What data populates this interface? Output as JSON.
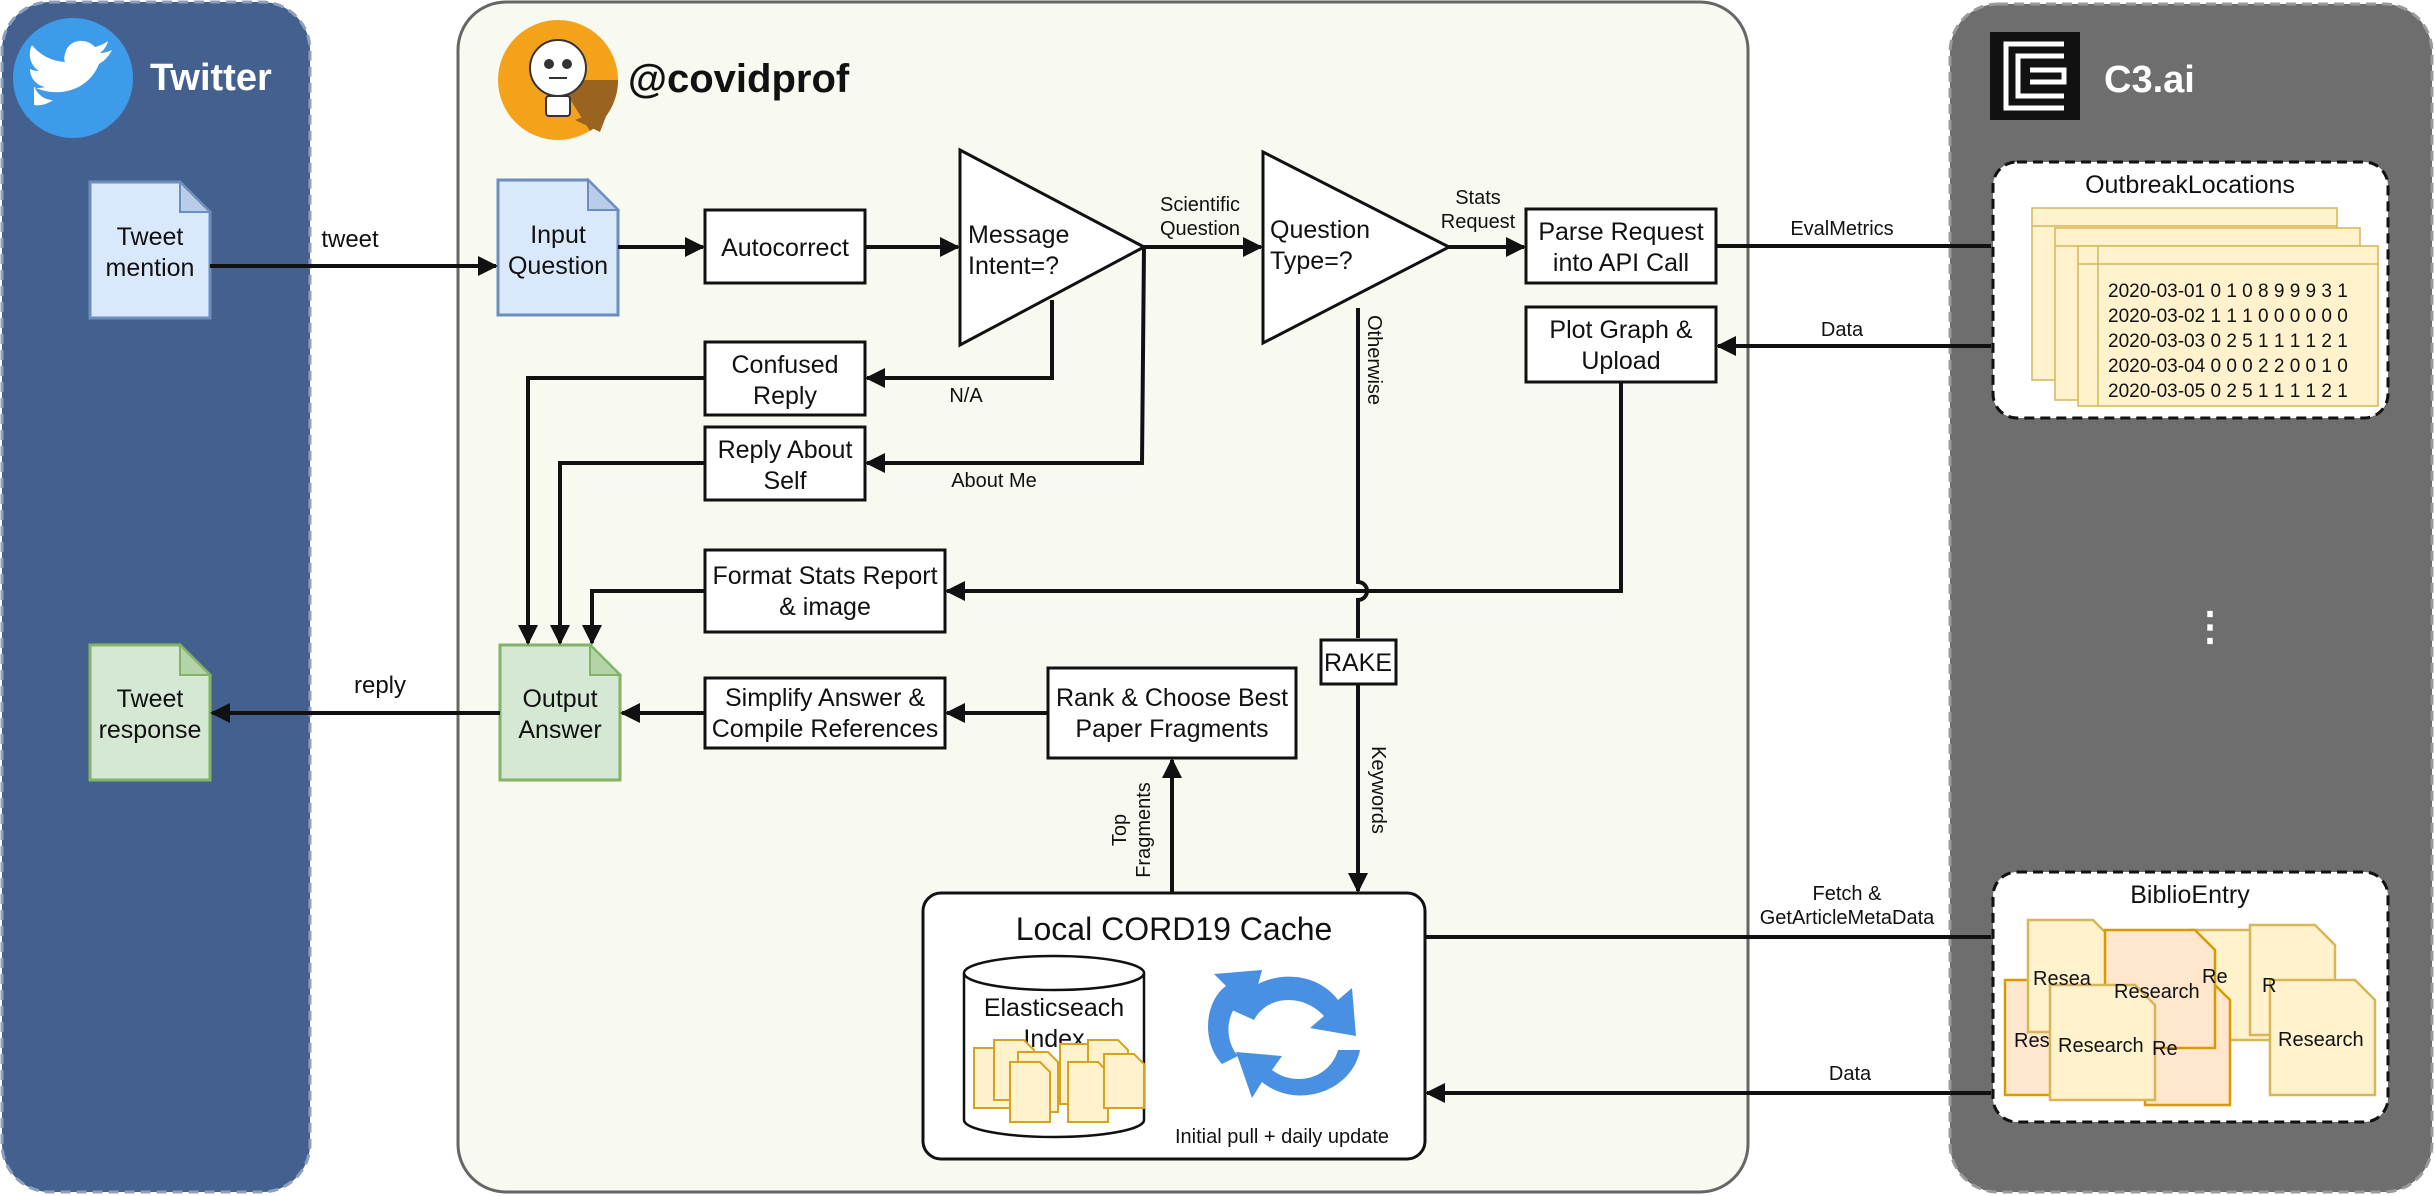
{
  "lanes": {
    "twitter": {
      "title": "Twitter",
      "icon": "twitter-bird-icon",
      "color": "#44608f"
    },
    "covidprof": {
      "title": "@covidprof",
      "icon": "robot-lightbulb-icon",
      "color": "#f8f9f1"
    },
    "c3ai": {
      "title": "C3.ai",
      "icon": "c3-logo-icon",
      "color": "#6e6e6e"
    }
  },
  "nodes": {
    "tweet_mention": [
      "Tweet",
      "mention"
    ],
    "tweet_response": [
      "Tweet",
      "response"
    ],
    "input_question": [
      "Input",
      "Question"
    ],
    "autocorrect": "Autocorrect",
    "message_intent": [
      "Message",
      "Intent=?"
    ],
    "question_type": [
      "Question",
      "Type=?"
    ],
    "parse_request": [
      "Parse Request",
      "into API Call"
    ],
    "plot_graph": [
      "Plot Graph &",
      "Upload"
    ],
    "confused_reply": [
      "Confused",
      "Reply"
    ],
    "reply_about_self": [
      "Reply About",
      "Self"
    ],
    "format_stats": [
      "Format Stats Report",
      "& image"
    ],
    "output_answer": [
      "Output",
      "Answer"
    ],
    "simplify_answer": [
      "Simplify Answer &",
      "Compile References"
    ],
    "rank_choose": [
      "Rank & Choose Best",
      "Paper Fragments"
    ],
    "rake": "RAKE",
    "cache": {
      "title": "Local CORD19 Cache",
      "index": [
        "Elasticseach",
        "Index"
      ],
      "update": "Initial pull + daily update"
    },
    "outbreak_locations": {
      "title": "OutbreakLocations",
      "rows": [
        "2020-03-01 0 1 0 8 9 9 9 3 1",
        "2020-03-02 1 1 1 0 0 0 0 0 0",
        "2020-03-03 0 2 5 1 1 1 1 2 1",
        "2020-03-04 0 0 0 2 2 0 0 1 0",
        "2020-03-05 0 2 5 1 1 1 1 2 1"
      ]
    },
    "biblio_entry": {
      "title": "BiblioEntry",
      "doc_label": "Research",
      "doc_label_partial": [
        "Resea",
        "Res",
        "Re",
        "Re",
        "R"
      ]
    },
    "ellipsis": "⋮"
  },
  "edges": {
    "tweet": "tweet",
    "reply": "reply",
    "scientific_question": [
      "Scientific",
      "Question"
    ],
    "stats_request": [
      "Stats",
      "Request"
    ],
    "na": "N/A",
    "about_me": "About Me",
    "otherwise": "Otherwise",
    "keywords": "Keywords",
    "top_fragments": [
      "Top",
      "Fragments"
    ],
    "eval_metrics": "EvalMetrics",
    "data_top": "Data",
    "fetch": [
      "Fetch &",
      "GetArticleMetaData"
    ],
    "data_bottom": "Data"
  }
}
